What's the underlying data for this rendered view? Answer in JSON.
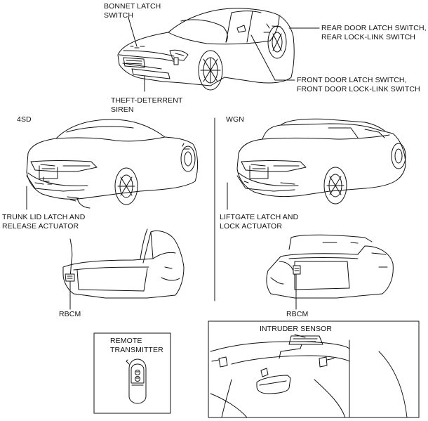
{
  "labels": {
    "bonnet_latch_switch": [
      "BONNET LATCH",
      "SWITCH"
    ],
    "rear_door_latch_switch": [
      "REAR DOOR LATCH SWITCH,",
      "REAR LOCK-LINK SWITCH"
    ],
    "front_door_latch_switch": [
      "FRONT DOOR LATCH SWITCH,",
      "FRONT DOOR LOCK-LINK SWITCH"
    ],
    "theft_deterrent_siren": [
      "THEFT-DETERRENT",
      "SIREN"
    ],
    "variant_sedan": "4SD",
    "variant_wagon": "WGN",
    "trunk_lid_actuator": [
      "TRUNK LID LATCH AND",
      "RELEASE ACTUATOR"
    ],
    "liftgate_actuator": [
      "LIFTGATE LATCH AND",
      "LOCK ACTUATOR"
    ],
    "rbcm_sedan": "RBCM",
    "rbcm_wagon": "RBCM",
    "remote_transmitter": [
      "REMOTE",
      "TRANSMITTER"
    ],
    "intruder_sensor": "INTRUDER SENSOR"
  }
}
